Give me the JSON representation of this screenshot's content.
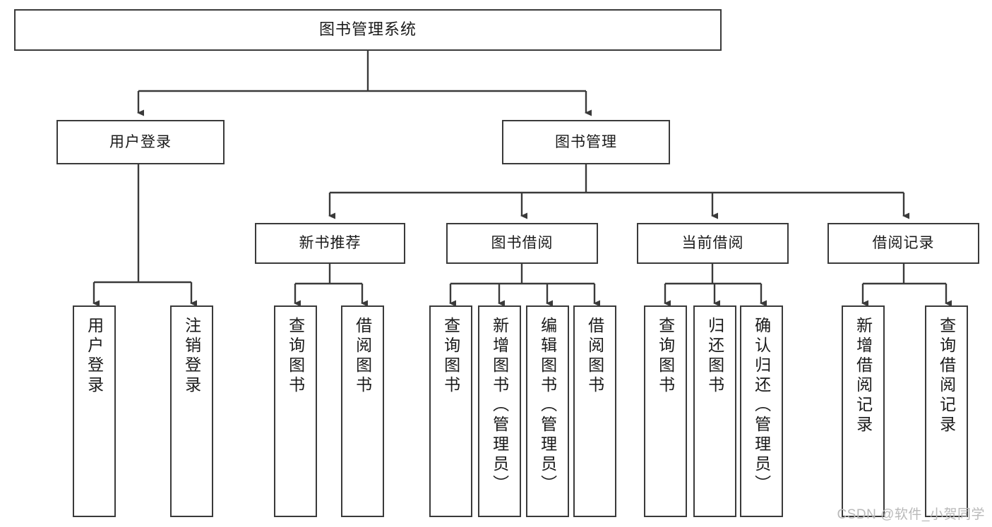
{
  "diagram": {
    "title": "图书管理系统",
    "type": "tree-hierarchy",
    "root": {
      "label": "图书管理系统"
    },
    "level2": [
      {
        "label": "用户登录"
      },
      {
        "label": "图书管理"
      }
    ],
    "level3": [
      {
        "label": "新书推荐"
      },
      {
        "label": "图书借阅"
      },
      {
        "label": "当前借阅"
      },
      {
        "label": "借阅记录"
      }
    ],
    "leaves": [
      {
        "label": "用户登录",
        "parent": "用户登录"
      },
      {
        "label": "注销登录",
        "parent": "用户登录"
      },
      {
        "label": "查询图书",
        "parent": "新书推荐"
      },
      {
        "label": "借阅图书",
        "parent": "新书推荐"
      },
      {
        "label": "查询图书",
        "parent": "图书借阅"
      },
      {
        "label": "新增图书（管理员）",
        "parent": "图书借阅"
      },
      {
        "label": "编辑图书（管理员）",
        "parent": "图书借阅"
      },
      {
        "label": "借阅图书",
        "parent": "图书借阅"
      },
      {
        "label": "查询图书",
        "parent": "当前借阅"
      },
      {
        "label": "归还图书",
        "parent": "当前借阅"
      },
      {
        "label": "确认归还（管理员）",
        "parent": "当前借阅"
      },
      {
        "label": "新增借阅记录",
        "parent": "借阅记录"
      },
      {
        "label": "查询借阅记录",
        "parent": "借阅记录"
      }
    ]
  },
  "watermark": {
    "text": "CSDN @软件_小贺同学"
  },
  "colors": {
    "border": "#3a3a3a",
    "background": "#ffffff",
    "text": "#1a1a1a",
    "watermark": "#b9b9b9"
  }
}
